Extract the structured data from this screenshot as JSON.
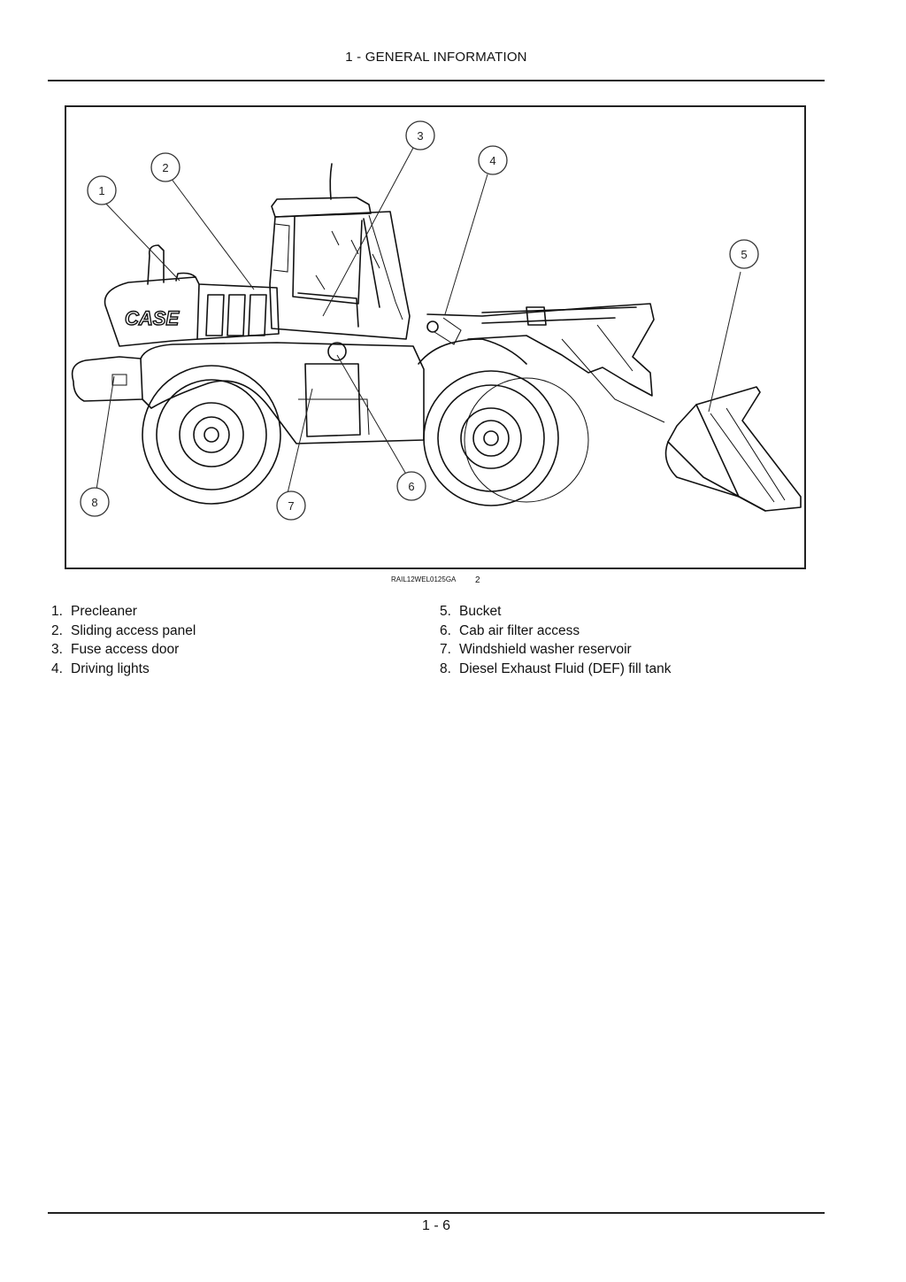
{
  "header": {
    "section_title": "1 - GENERAL INFORMATION"
  },
  "figure": {
    "reference_code": "RAIL12WEL0125GA",
    "figure_number": "2",
    "brand_text": "CASE",
    "callouts": [
      "1",
      "2",
      "3",
      "4",
      "5",
      "6",
      "7",
      "8"
    ]
  },
  "legend": {
    "left": [
      {
        "num": "1.",
        "label": "Precleaner"
      },
      {
        "num": "2.",
        "label": "Sliding access panel"
      },
      {
        "num": "3.",
        "label": "Fuse access door"
      },
      {
        "num": "4.",
        "label": "Driving lights"
      }
    ],
    "right": [
      {
        "num": "5.",
        "label": "Bucket"
      },
      {
        "num": "6.",
        "label": "Cab air filter access"
      },
      {
        "num": "7.",
        "label": "Windshield washer reservoir"
      },
      {
        "num": "8.",
        "label": "Diesel Exhaust Fluid (DEF) fill tank"
      }
    ]
  },
  "footer": {
    "page_number": "1 - 6"
  }
}
